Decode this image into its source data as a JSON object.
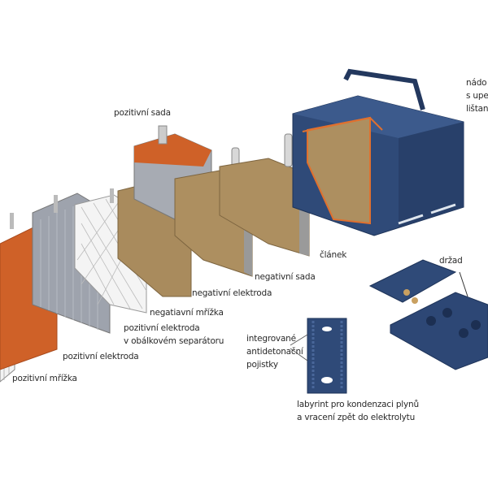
{
  "labels": {
    "pozitivni_sada": "pozitivní sada",
    "clanek": "článek",
    "negativni_sada": "negativní sada",
    "negativni_elektroda": "negativní elektroda",
    "negativni_mrizka": "negatiavní mřížka",
    "pozitivni_elektroda_separator_1": "pozitivní elektroda",
    "pozitivni_elektroda_separator_2": "v obálkovém separátoru",
    "pozitivni_elektroda": "pozitivní elektroda",
    "pozitivni_mrizka": "pozitivní mřížka",
    "pojistky_1": "integrované",
    "pojistky_2": "antidetonační",
    "pojistky_3": "pojistky",
    "labyrint_1": "labyrint pro kondenzaci plynů",
    "labyrint_2": "a vracení zpět do elektrolytu",
    "drzadlo": "držad",
    "nadoba_1": "nádo",
    "nadoba_2": "s upe",
    "nadoba_3": "lištan"
  },
  "colors": {
    "case_blue": "#2f4a78",
    "plate_orange": "#d0622a",
    "plate_brown": "#a88a5c",
    "plate_grey": "#9aa0aa"
  }
}
